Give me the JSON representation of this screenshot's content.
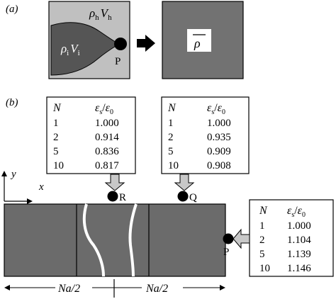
{
  "panel_a": {
    "label": "(a)",
    "host_symbol": "ρ",
    "host_sub": "h",
    "host_vol": "V",
    "host_vol_sub": "h",
    "incl_symbol": "ρ",
    "incl_sub": "i",
    "incl_vol": "V",
    "incl_vol_sub": "i",
    "point_label": "P",
    "effective_symbol": "ρ",
    "colors": {
      "host": "#c0c0c0",
      "inclusion": "#555555",
      "effective": "#727272",
      "bar": "#6b6b6b"
    }
  },
  "panel_b": {
    "label": "(b)",
    "axis_y": "y",
    "axis_x": "x",
    "dim_left": "Na/2",
    "dim_right": "Na/2",
    "points": {
      "r": "R",
      "q": "Q",
      "p": "P"
    }
  },
  "tables": {
    "header_n": "N",
    "header_ratio_eps": "ε",
    "header_ratio_s": "s",
    "header_ratio_slash": "/",
    "header_ratio_eps0": "ε",
    "header_ratio_0": "0",
    "R": {
      "rows": [
        [
          "1",
          "1.000"
        ],
        [
          "2",
          "0.914"
        ],
        [
          "5",
          "0.836"
        ],
        [
          "10",
          "0.817"
        ]
      ]
    },
    "Q": {
      "rows": [
        [
          "1",
          "1.000"
        ],
        [
          "2",
          "0.935"
        ],
        [
          "5",
          "0.909"
        ],
        [
          "10",
          "0.908"
        ]
      ]
    },
    "P": {
      "rows": [
        [
          "1",
          "1.000"
        ],
        [
          "2",
          "1.104"
        ],
        [
          "5",
          "1.139"
        ],
        [
          "10",
          "1.146"
        ]
      ]
    }
  }
}
